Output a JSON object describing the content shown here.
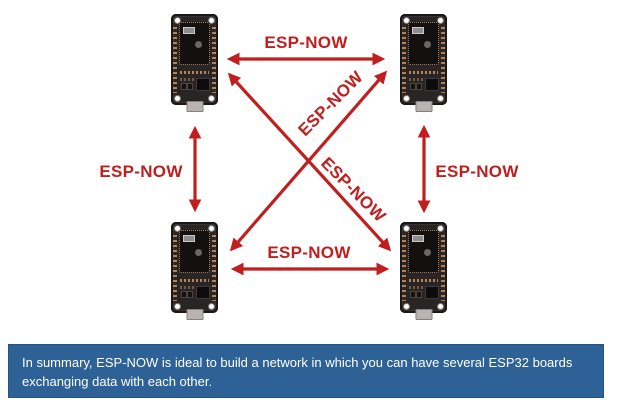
{
  "colors": {
    "arrow_red": "#c11f1f",
    "banner_background": "#2e6296",
    "banner_border": "#265381",
    "banner_text": "#ffffff",
    "page_background": "#ffffff"
  },
  "diagram": {
    "boards": [
      {
        "id": "top-left"
      },
      {
        "id": "top-right"
      },
      {
        "id": "bottom-left"
      },
      {
        "id": "bottom-right"
      }
    ],
    "connections": [
      {
        "id": "top-horizontal",
        "label": "ESP-NOW"
      },
      {
        "id": "bottom-horizontal",
        "label": "ESP-NOW"
      },
      {
        "id": "left-vertical",
        "label": "ESP-NOW"
      },
      {
        "id": "right-vertical",
        "label": "ESP-NOW"
      },
      {
        "id": "diagonal-ascending",
        "label": "ESP-NOW"
      },
      {
        "id": "diagonal-descending",
        "label": "ESP-NOW"
      }
    ]
  },
  "summary_banner": {
    "text": "In summary, ESP-NOW is ideal to build a network in which you can have several ESP32 boards exchanging data with each other."
  }
}
